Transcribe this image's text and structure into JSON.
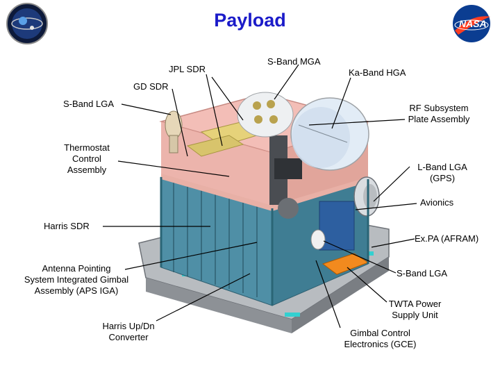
{
  "title": "Payload",
  "labels": {
    "jpl_sdr": "JPL SDR",
    "s_band_mga": "S-Band MGA",
    "ka_band_hga": "Ka-Band HGA",
    "gd_sdr": "GD SDR",
    "s_band_lga_top": "S-Band LGA",
    "rf_subsystem_1": "RF Subsystem",
    "rf_subsystem_2": "Plate Assembly",
    "thermostat_1": "Thermostat",
    "thermostat_2": "Control",
    "thermostat_3": "Assembly",
    "l_band_lga_1": "L-Band LGA",
    "l_band_lga_2": "(GPS)",
    "avionics": "Avionics",
    "harris_sdr": "Harris SDR",
    "expa": "Ex.PA (AFRAM)",
    "aps_1": "Antenna Pointing",
    "aps_2": "System  Integrated Gimbal",
    "aps_3": "Assembly (APS IGA)",
    "s_band_lga_bottom": "S-Band LGA",
    "twta_1": "TWTA Power",
    "twta_2": "Supply Unit",
    "harris_updn_1": "Harris Up/Dn",
    "harris_updn_2": "Converter",
    "gce_1": "Gimbal Control",
    "gce_2": "Electronics (GCE)"
  },
  "logos": {
    "nasa_text": "NASA"
  },
  "colors": {
    "title": "#1b1bc9",
    "nasa_blue": "#0b3d91",
    "nasa_red": "#fc3d21"
  }
}
